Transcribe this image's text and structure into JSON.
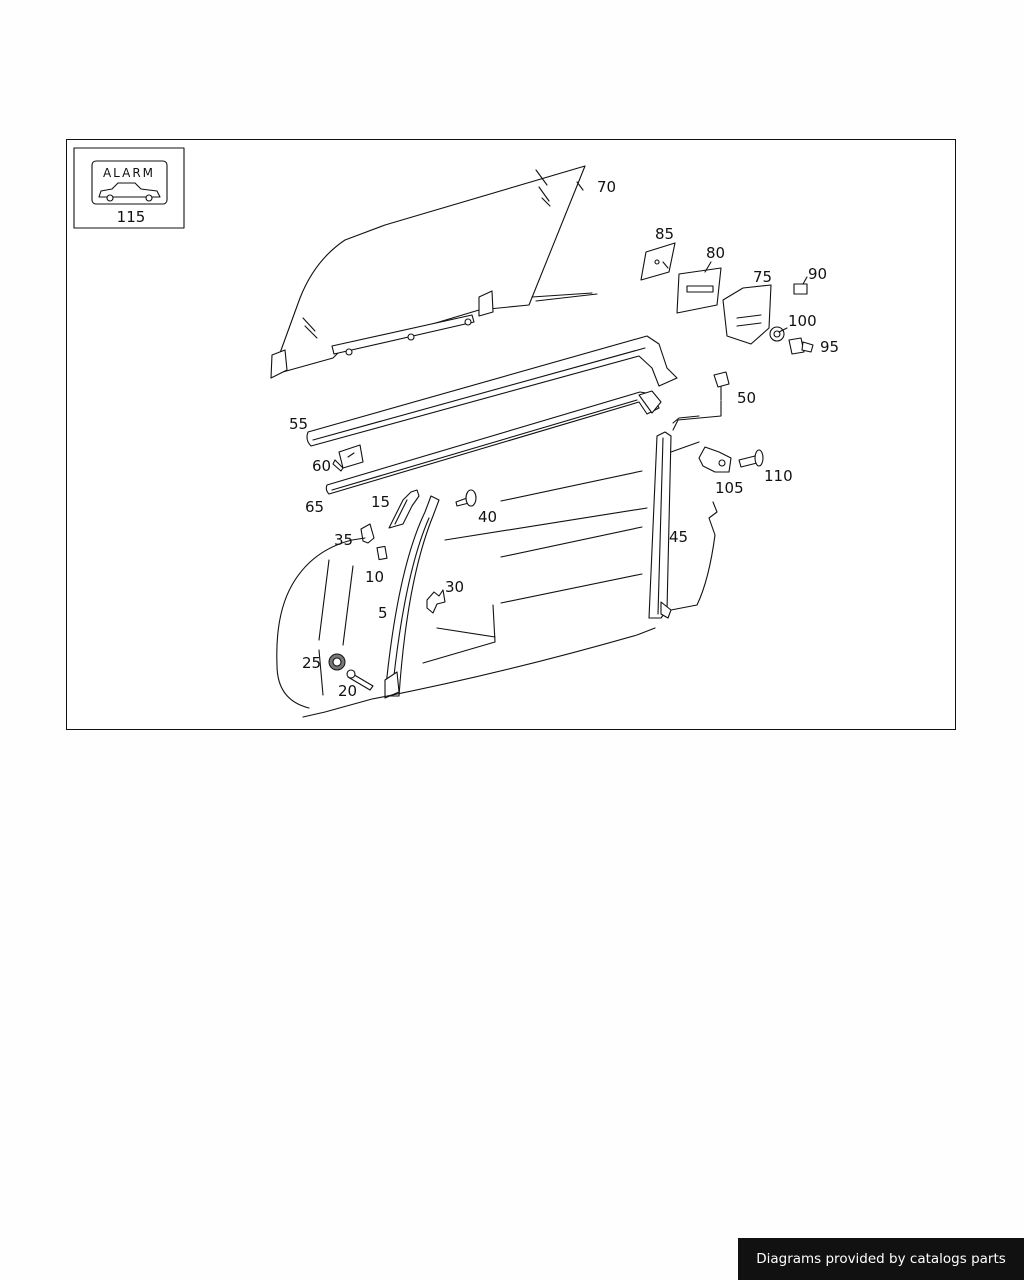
{
  "badge": {
    "text": "ALARM",
    "number": "115"
  },
  "callouts": {
    "p5": "5",
    "p10": "10",
    "p15": "15",
    "p20": "20",
    "p25": "25",
    "p30": "30",
    "p35": "35",
    "p40": "40",
    "p45": "45",
    "p50": "50",
    "p55": "55",
    "p60": "60",
    "p65": "65",
    "p70": "70",
    "p75": "75",
    "p80": "80",
    "p85": "85",
    "p90": "90",
    "p95": "95",
    "p100": "100",
    "p105": "105",
    "p110": "110"
  },
  "footer": {
    "credit": "Diagrams provided by catalogs parts"
  }
}
